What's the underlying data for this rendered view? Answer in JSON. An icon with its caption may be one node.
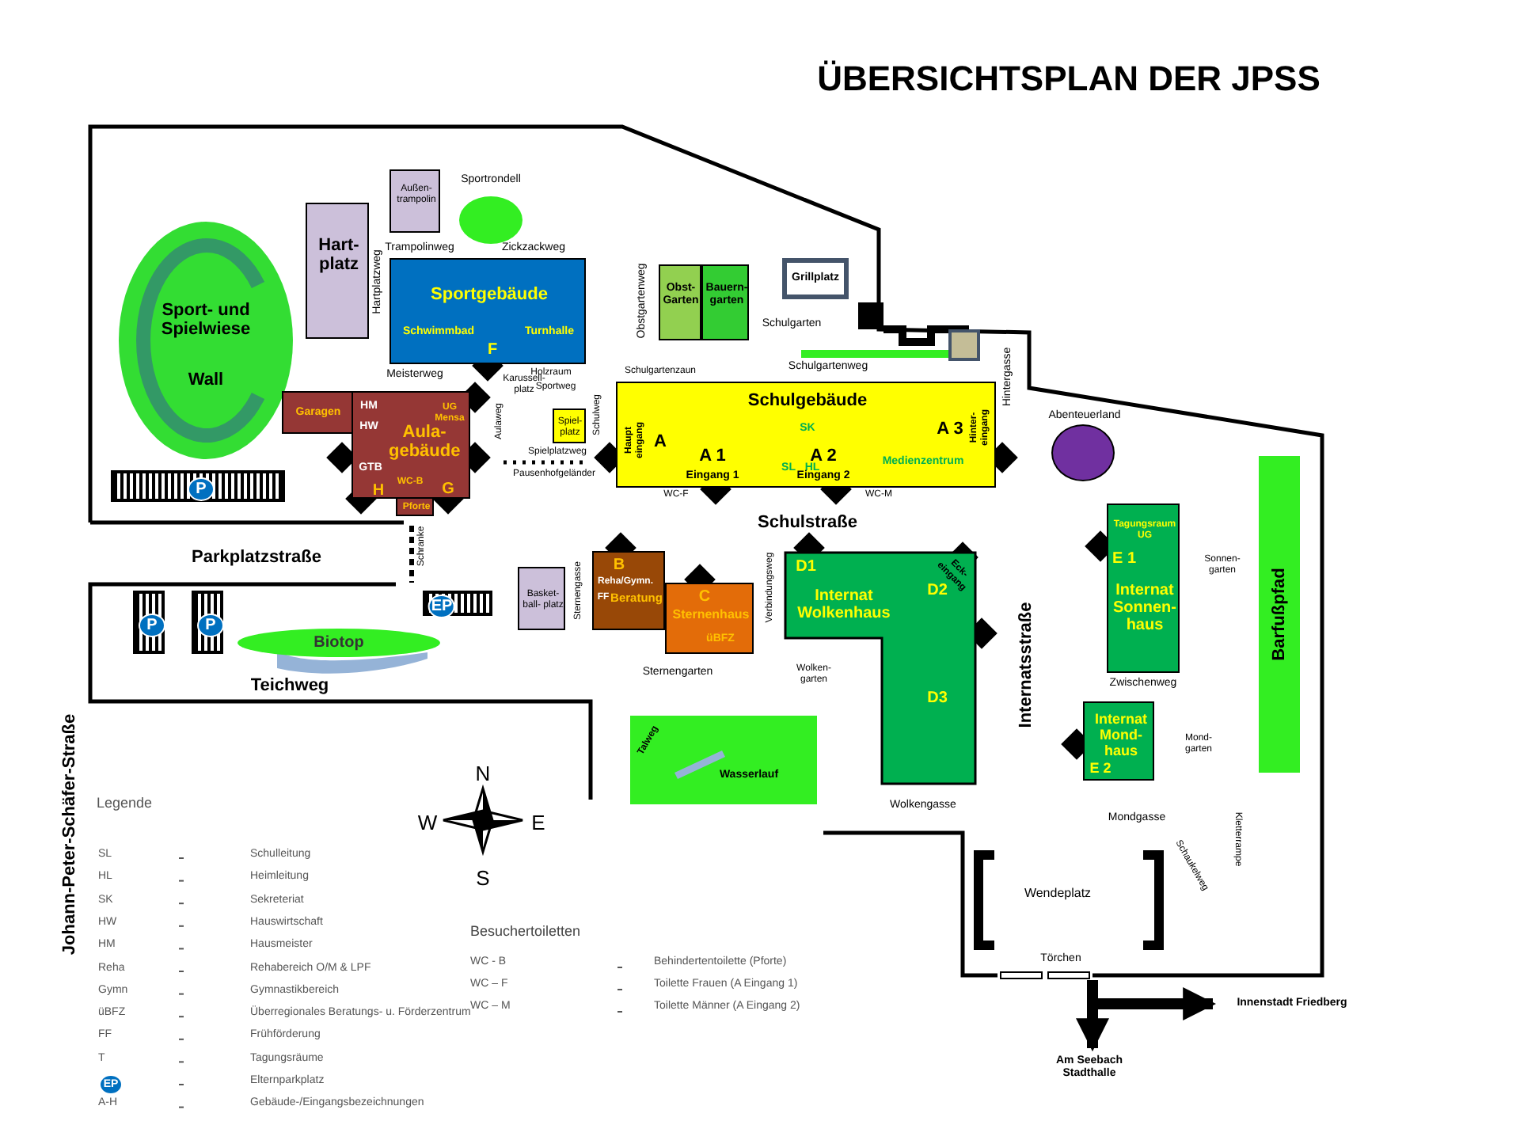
{
  "diagram": {
    "title": "ÜBERSICHTSPLAN DER JPSS",
    "nodes": [
      {
        "text": [
          "Sport- und Spielwiese",
          "Wall"
        ]
      },
      {
        "text": [
          "Hart- platz"
        ]
      },
      {
        "text": [
          "Außen- trampolin"
        ]
      },
      {
        "text": [
          "Sportrondell"
        ]
      },
      {
        "text": [
          "Sportgebäude",
          "Schwimmbad",
          "Turnhalle",
          "F"
        ]
      },
      {
        "text": [
          "Obst- Garten"
        ]
      },
      {
        "text": [
          "Bauern- garten"
        ]
      },
      {
        "text": [
          "Grillplatz"
        ]
      },
      {
        "text": [
          "Garagen"
        ]
      },
      {
        "text": [
          "HM",
          "UG Mensa",
          "HW",
          "Aula- gebäude",
          "GTB",
          "WC-B",
          "H",
          "G"
        ]
      },
      {
        "text": [
          "Pforte"
        ]
      },
      {
        "text": [
          "Spiel- platz"
        ]
      },
      {
        "text": [
          "Schulgebäude",
          "SK",
          "Haupt eingang",
          "A",
          "A 3",
          "Hinter- eingang",
          "A 1",
          "SL",
          "HL",
          "A 2",
          "Medienzentrum",
          "Eingang 1",
          "Eingang 2"
        ]
      },
      {
        "text": [
          "Abenteuerland"
        ]
      },
      {
        "text": [
          "Barfußpfad"
        ]
      },
      {
        "text": [
          "Basket- ball- platz"
        ]
      },
      {
        "text": [
          "B",
          "Reha/Gymn.",
          "FF",
          "Beratung"
        ]
      },
      {
        "text": [
          "C",
          "Sternenhaus",
          "üBFZ"
        ]
      },
      {
        "text": [
          "D1",
          "Internat Wolkenhaus",
          "D2",
          "Eck- eingang",
          "D3"
        ]
      },
      {
        "text": [
          "Tagungsraum UG",
          "E 1",
          "Internat Sonnen- haus"
        ]
      },
      {
        "text": [
          "Internat Mond- haus",
          "E 2"
        ]
      },
      {
        "text": [
          "Talweg",
          "Wasserlauf"
        ]
      },
      {
        "text": [
          "Biotop"
        ]
      },
      {
        "text": [
          "P"
        ]
      },
      {
        "text": [
          "P"
        ]
      },
      {
        "text": [
          "P"
        ]
      },
      {
        "text": [
          "EP"
        ]
      },
      {
        "text": [
          "Am Seebach Stadthalle"
        ]
      },
      {
        "text": [
          "Innenstadt Friedberg"
        ]
      }
    ],
    "edges": [
      {
        "from": null,
        "to": 27,
        "arrow": "to"
      },
      {
        "from": null,
        "to": 28,
        "arrow": "to"
      }
    ],
    "labels": [
      "Trampolinweg",
      "Zickzackweg",
      "Hartplatzweg",
      "Obstgartenweg",
      "Schulgarten",
      "Schulgartenweg",
      "Hintergasse",
      "Meisterweg",
      "Karussell- platz",
      "Holzraum",
      "Sportweg",
      "Schulgartenzaun",
      "Aulaweg",
      "Schulweg",
      "Spielplatzweg",
      "Pausenhofgeländer",
      "WC-F",
      "WC-M",
      "Schulstraße",
      "Parkplatzstraße",
      "Schranke",
      "Sternengasse",
      "Verbindungsweg",
      "Wolken- garten",
      "Sonnen- garten",
      "Internatsstraße",
      "Zwischenweg",
      "Mond- garten",
      "Sternengarten",
      "Teichweg",
      "Johann-Peter-Schäfer-Straße",
      "Wolkengasse",
      "Mondgasse",
      "Kletterrampe",
      "Schaukelweg",
      "Wendeplatz",
      "Törchen",
      "N",
      "W",
      "E",
      "S",
      "Legende",
      "SL",
      "Schulleitung",
      "HL",
      "Heimleitung",
      "SK",
      "Sekreteriat",
      "HW",
      "Hauswirtschaft",
      "HM",
      "Hausmeister",
      "Reha",
      "Rehabereich O/M & LPF",
      "Gymn",
      "Gymnastikbereich",
      "üBFZ",
      "Überregionales Beratungs- u. Förderzentrum",
      "FF",
      "Frühförderung",
      "T",
      "Tagungsräume",
      "EP",
      "Elternparkplatz",
      "A-H",
      "Gebäude-/Eingangsbezeichnungen",
      "Besuchertoiletten",
      "WC - B",
      "Behindertentoilette (Pforte)",
      "WC – F",
      "Toilette Frauen (A Eingang 1)",
      "WC – M",
      "Toilette Männer (A Eingang 2)"
    ]
  }
}
